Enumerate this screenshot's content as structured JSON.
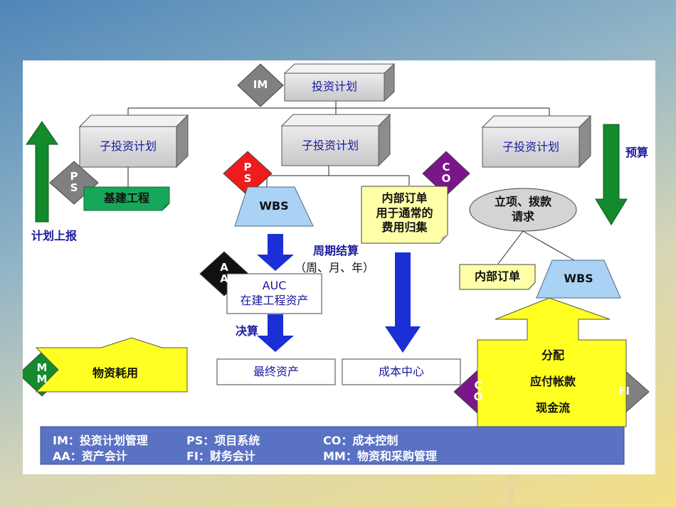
{
  "nodes": {
    "im": "IM",
    "invest_plan": "投资计划",
    "sub_plan_left": "子投资计划",
    "sub_plan_mid": "子投资计划",
    "sub_plan_right": "子投资计划",
    "ps_left": "P\nS",
    "ps_mid": "P\nS",
    "co_top": "C\nO",
    "co_bottom": "C\nO",
    "aa": "A\nA",
    "mm": "M\nM",
    "fi": "FI",
    "construction": "基建工程",
    "wbs_left": "WBS",
    "wbs_right": "WBS",
    "internal_order_note": "内部订单\n用于通常的\n费用归集",
    "approval": "立项、拨款\n请求",
    "internal_order": "内部订单",
    "auc": "AUC\n在建工程资产",
    "final_asset": "最终资产",
    "cost_center": "成本中心",
    "material_use": "物资耗用",
    "fi_block": "分配\n\n应付帐款\n\n现金流"
  },
  "labels": {
    "plan_report": "计划上报",
    "budget": "预算",
    "period_settle": "周期结算",
    "period_detail": "（周、月、年）",
    "settle": "决算"
  },
  "legend": {
    "im": "IM：投资计划管理",
    "aa": "AA：资产会计",
    "ps": "PS：项目系统",
    "fi": "FI：财务会计",
    "co": "CO：成本控制",
    "mm": "MM：物资和采购管理"
  },
  "footer": "PS 培训",
  "colors": {
    "box": "#d4d4d6",
    "red": "#ee1c1c",
    "purple": "#7a168a",
    "black": "#111111",
    "green": "#138a2c",
    "gray": "#808080",
    "blue_arrow": "#1a2fd6",
    "wbs": "#a9d2f4",
    "yellow": "#ffff22",
    "note": "#ffffa8",
    "legend_bg": "#5a72c4"
  }
}
